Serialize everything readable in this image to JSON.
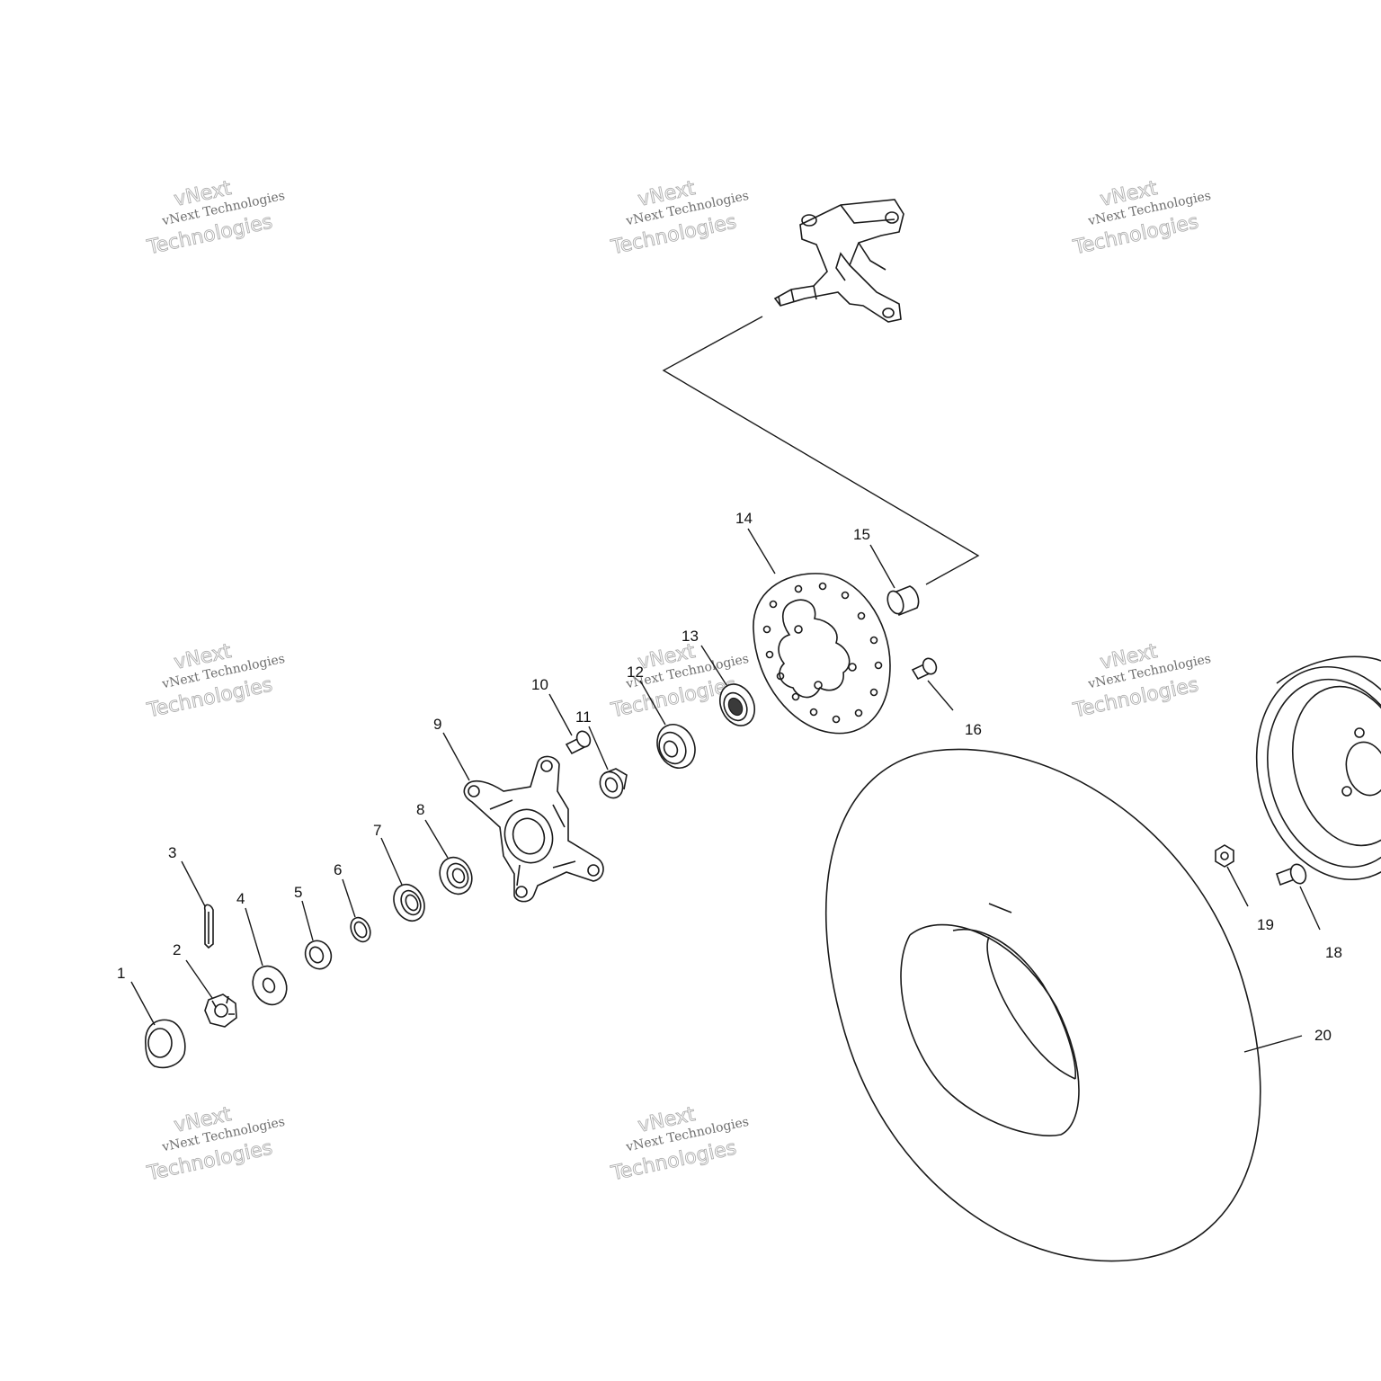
{
  "callouts": [
    "1",
    "2",
    "3",
    "4",
    "5",
    "6",
    "7",
    "8",
    "9",
    "10",
    "11",
    "12",
    "13",
    "14",
    "15",
    "16",
    "18",
    "19",
    "20"
  ],
  "watermark": {
    "line_small": "vNext Technologies",
    "line_large_1": "vNext",
    "line_large_2": "Technologies"
  },
  "colors": {
    "line": "#1a1a1a",
    "watermark": "#9a9a9a",
    "background": "#ffffff"
  }
}
